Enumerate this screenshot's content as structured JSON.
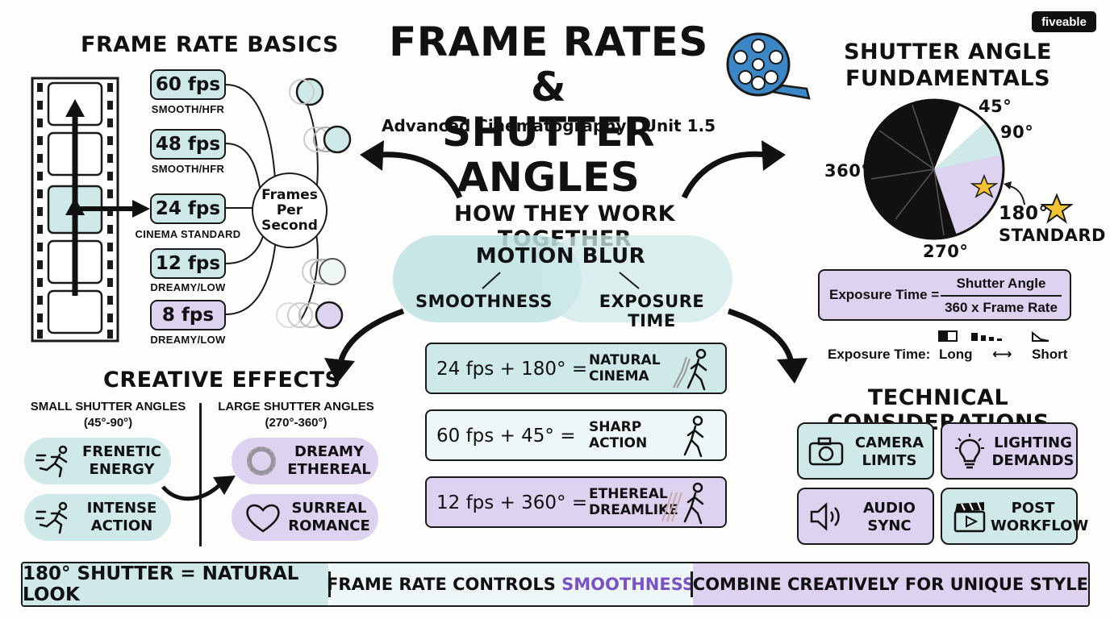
{
  "brand": "fiveable",
  "title": {
    "line1": "FRAME RATES &",
    "line2": "SHUTTER ANGLES",
    "subtitle": "Advanced Cinematography | Unit 1.5"
  },
  "frame_rate_basics": {
    "heading": "FRAME RATE BASICS",
    "center_label": [
      "Frames",
      "Per",
      "Second"
    ],
    "rates": [
      {
        "fps": "60 fps",
        "caption": "SMOOTH/HFR",
        "color": "#cfe8e8"
      },
      {
        "fps": "48 fps",
        "caption": "SMOOTH/HFR",
        "color": "#cfe8e8"
      },
      {
        "fps": "24 fps",
        "caption": "CINEMA STANDARD",
        "color": "#cfe8e8"
      },
      {
        "fps": "12 fps",
        "caption": "DREAMY/LOW",
        "color": "#cfe8e8"
      },
      {
        "fps": "8 fps",
        "caption": "DREAMY/LOW",
        "color": "#ddd3f0"
      }
    ]
  },
  "shutter_angle": {
    "heading_line1": "SHUTTER ANGLE",
    "heading_line2": "FUNDAMENTALS",
    "angles": {
      "a45": "45°",
      "a90": "90°",
      "a180": "180°",
      "a270": "270°",
      "a360": "360°"
    },
    "standard_label": "STANDARD",
    "formula": {
      "lhs": "Exposure Time =",
      "numerator": "Shutter Angle",
      "denominator": "360 x Frame Rate"
    },
    "exposure_scale": {
      "label": "Exposure Time:",
      "long": "Long",
      "short": "Short"
    }
  },
  "together": {
    "heading": "HOW THEY WORK TOGETHER",
    "center": "MOTION BLUR",
    "left": "SMOOTHNESS",
    "right": "EXPOSURE TIME"
  },
  "combinations": [
    {
      "formula": "24 fps + 180° =",
      "result_line1": "NATURAL",
      "result_line2": "CINEMA",
      "color": "#cfe8e8"
    },
    {
      "formula": "60 fps + 45° =",
      "result_line1": "SHARP",
      "result_line2": "ACTION",
      "color": "#eef7f7"
    },
    {
      "formula": "12 fps + 360° =",
      "result_line1": "ETHEREAL",
      "result_line2": "DREAMLIKE",
      "color": "#ddd3f0"
    }
  ],
  "creative_effects": {
    "heading": "CREATIVE EFFECTS",
    "small": {
      "title": "SMALL SHUTTER ANGLES",
      "range": "(45°-90°)",
      "items": [
        {
          "line1": "FRENETIC",
          "line2": "ENERGY",
          "icon": "running-person-icon"
        },
        {
          "line1": "INTENSE",
          "line2": "ACTION",
          "icon": "running-person-icon"
        }
      ]
    },
    "large": {
      "title": "LARGE SHUTTER ANGLES",
      "range": "(270°-360°)",
      "items": [
        {
          "line1": "DREAMY",
          "line2": "ETHEREAL",
          "icon": "blur-ring-icon"
        },
        {
          "line1": "SURREAL",
          "line2": "ROMANCE",
          "icon": "heart-icon"
        }
      ]
    }
  },
  "technical": {
    "heading": "TECHNICAL CONSIDERATIONS",
    "items": [
      {
        "line1": "CAMERA",
        "line2": "LIMITS",
        "icon": "camera-icon",
        "color": "#cfe8e8"
      },
      {
        "line1": "LIGHTING",
        "line2": "DEMANDS",
        "icon": "lightbulb-icon",
        "color": "#ddd3f0"
      },
      {
        "line1": "AUDIO",
        "line2": "SYNC",
        "icon": "speaker-icon",
        "color": "#ddd3f0"
      },
      {
        "line1": "POST",
        "line2": "WORKFLOW",
        "icon": "clapperboard-icon",
        "color": "#cfe8e8"
      }
    ]
  },
  "footer": {
    "part1": "180° SHUTTER = NATURAL LOOK",
    "part2_prefix": "FRAME RATE CONTROLS ",
    "part2_highlight": "SMOOTHNESS",
    "part3": "COMBINE CREATIVELY FOR UNIQUE STYLE",
    "highlight_color": "#7b52c4"
  }
}
